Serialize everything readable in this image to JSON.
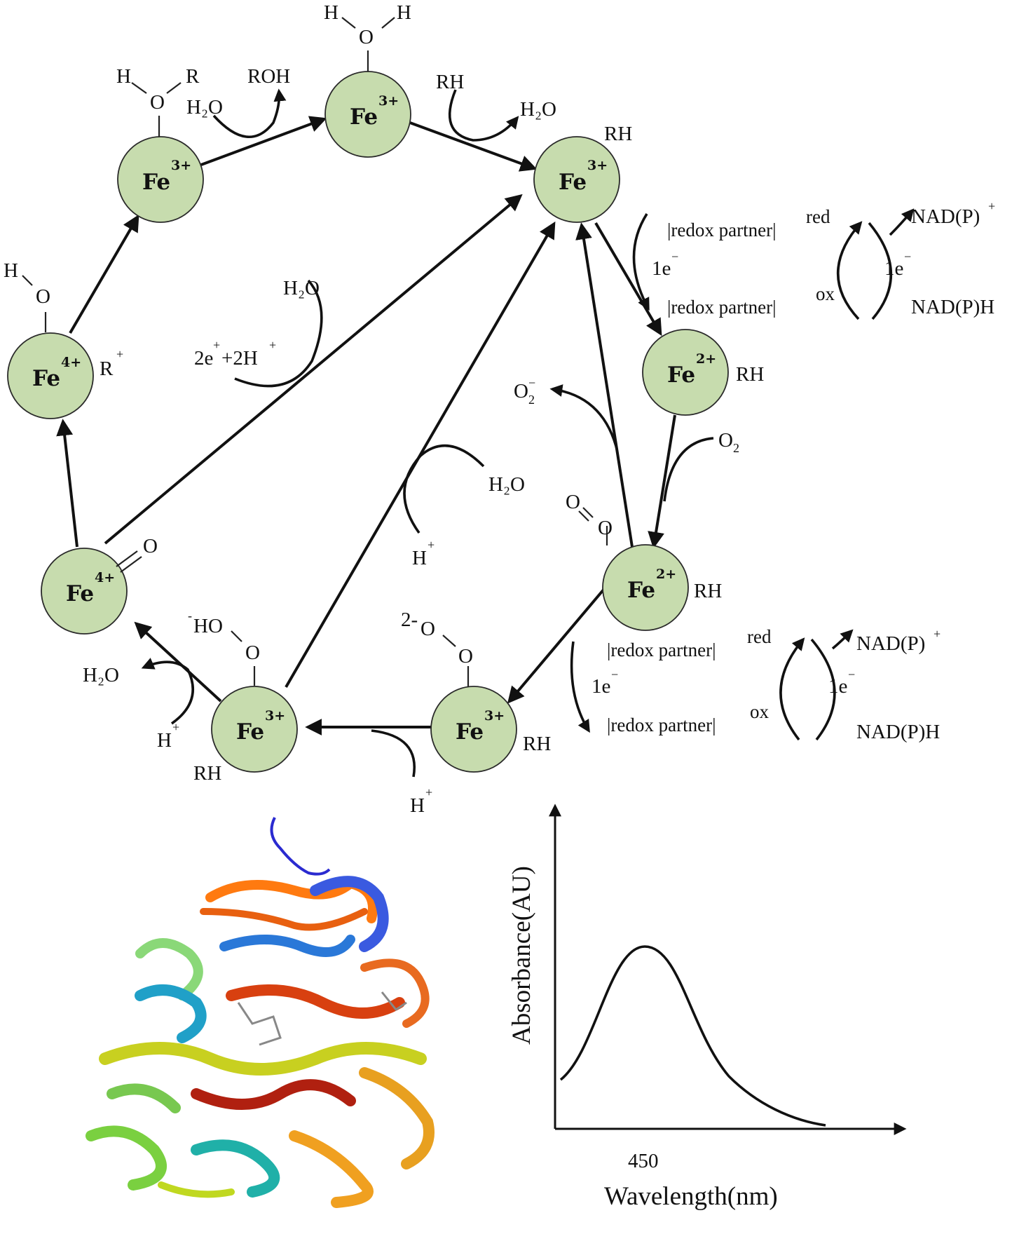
{
  "cycle": {
    "fe_label": "Fe",
    "states": {
      "s1_charge": "3+",
      "s2_charge": "2+",
      "s3_charge": "2+",
      "s4_charge": "3+",
      "s5_charge": "3+",
      "s6_charge": "4+",
      "s7_charge": "4+",
      "s8_charge": "3+",
      "s9_charge": "3+"
    },
    "labels": {
      "rh_s1": "RH",
      "rh_s2": "RH",
      "rh_s3": "RH",
      "rh_s4": "RH",
      "rh_s5": "RH",
      "r_radical": "R",
      "r_radical_sup": "+",
      "ferryl_o": "O",
      "water_top_h1": "H",
      "water_top_o": "O",
      "water_top_h2": "H",
      "alcohol_h": "H",
      "alcohol_o": "O",
      "alcohol_r": "R",
      "hydroxo_h": "H",
      "hydroxo_o": "O",
      "oxy_o1": "O",
      "oxy_o2": "O",
      "peroxo_prefix": "2-",
      "peroxo_o1": "O",
      "peroxo_o2": "O",
      "hydroperoxo_prefix": "-",
      "hydroperoxo_ho": "HO",
      "hydroperoxo_o": "O"
    },
    "reactants": {
      "rh_in": "RH",
      "h2o_out_top": "H₂O",
      "h2o_in_left": "H₂O",
      "roh_out": "ROH",
      "o2_in": "O",
      "o2_sub": "2",
      "superoxide": "O",
      "superoxide_sub": "2",
      "superoxide_sup": "−",
      "h2o_center": "H₂O",
      "electrons": "2e",
      "electrons_sup": "+",
      "protons": "+2H",
      "protons_sup": "+",
      "h2o_mid": "H₂O",
      "h_mid": "H",
      "h_mid_sup": "+",
      "h_bottom": "H",
      "h_bottom_sup": "+",
      "h2o_bottom_left": "H₂O",
      "h_bottom_left": "H",
      "h_bottom_left_sup": "+"
    },
    "electron_transfer_top": {
      "partner_red": "|redox partner|",
      "red_sup": "red",
      "partner_ox": "|redox partner|",
      "ox_sup": "ox",
      "one_e_left": "1e",
      "one_e_left_sup": "−",
      "one_e_right": "1e",
      "one_e_right_sup": "−",
      "nadp_plus": "NAD(P)",
      "nadp_plus_sup": "+",
      "nadph": "NAD(P)H"
    },
    "electron_transfer_bottom": {
      "partner_red": "|redox partner|",
      "red_sup": "red",
      "partner_ox": "|redox partner|",
      "ox_sup": "ox",
      "one_e_left": "1e",
      "one_e_left_sup": "−",
      "one_e_right": "1e",
      "one_e_right_sup": "−",
      "nadp_plus": "NAD(P)",
      "nadp_plus_sup": "+",
      "nadph": "NAD(P)H"
    }
  },
  "spectrum": {
    "ylabel": "Absorbance(AU)",
    "xlabel": "Wavelength(nm)",
    "peak_tick": "450"
  },
  "colors": {
    "heme_fill": "#c7dcae",
    "stroke": "#111111"
  }
}
